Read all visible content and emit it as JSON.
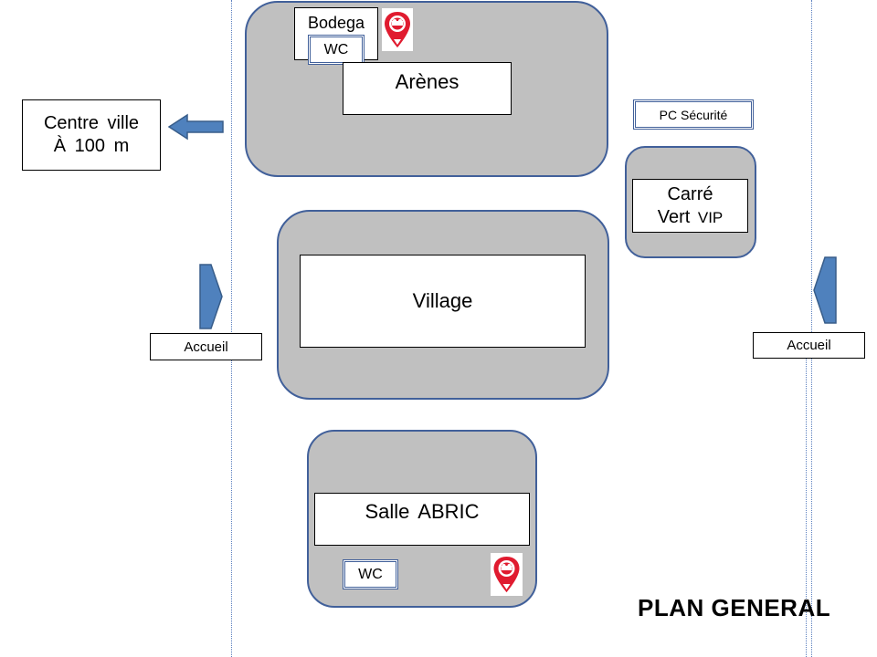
{
  "labels": {
    "bodega": "Bodega",
    "wc_top": "WC",
    "arenes": "Arènes",
    "centre_line1": "Centre ville",
    "centre_line2": "À 100 m",
    "pc_securite": "PC Sécurité",
    "carre_line1": "Carré",
    "carre_line2a": "Vert",
    "carre_line2b": "VIP",
    "village": "Village",
    "accueil_left": "Accueil",
    "accueil_right": "Accueil",
    "salle_abric": "Salle ABRIC",
    "wc_bottom": "WC",
    "plan_title": "PLAN GENERAL"
  },
  "icons": {
    "pin_top": "first-aid-pin-icon",
    "pin_bottom": "first-aid-pin-icon",
    "arrow_centre": "arrow-left-icon",
    "arrow_entry_left": "entry-arrow-right-icon",
    "arrow_entry_right": "entry-arrow-left-icon"
  },
  "colors": {
    "zone_fill": "#c0c0c0",
    "zone_border": "#41609a",
    "arrow_fill": "#4f81bd",
    "pin_red": "#e01b2f"
  }
}
